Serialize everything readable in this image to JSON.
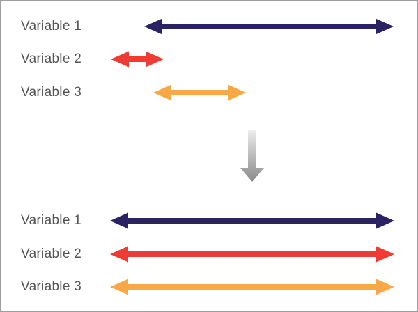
{
  "colors": {
    "navy": "#2b2263",
    "red": "#ee3b33",
    "orange": "#f9a845",
    "label_text": "#545454",
    "canvas_border": "#9e9e9e",
    "background": "#ffffff",
    "down_arrow_gradient_top": "#ededed",
    "down_arrow_gradient_bottom": "#8a8a8a"
  },
  "before_section": {
    "rows": [
      {
        "label": "Variable 1",
        "arrow_color": "#2b2263"
      },
      {
        "label": "Variable 2",
        "arrow_color": "#ee3b33"
      },
      {
        "label": "Variable 3",
        "arrow_color": "#f9a845"
      }
    ]
  },
  "transform": {
    "icon": "down-arrow-icon"
  },
  "after_section": {
    "rows": [
      {
        "label": "Variable 1",
        "arrow_color": "#2b2263"
      },
      {
        "label": "Variable 2",
        "arrow_color": "#ee3b33"
      },
      {
        "label": "Variable 3",
        "arrow_color": "#f9a845"
      }
    ]
  }
}
